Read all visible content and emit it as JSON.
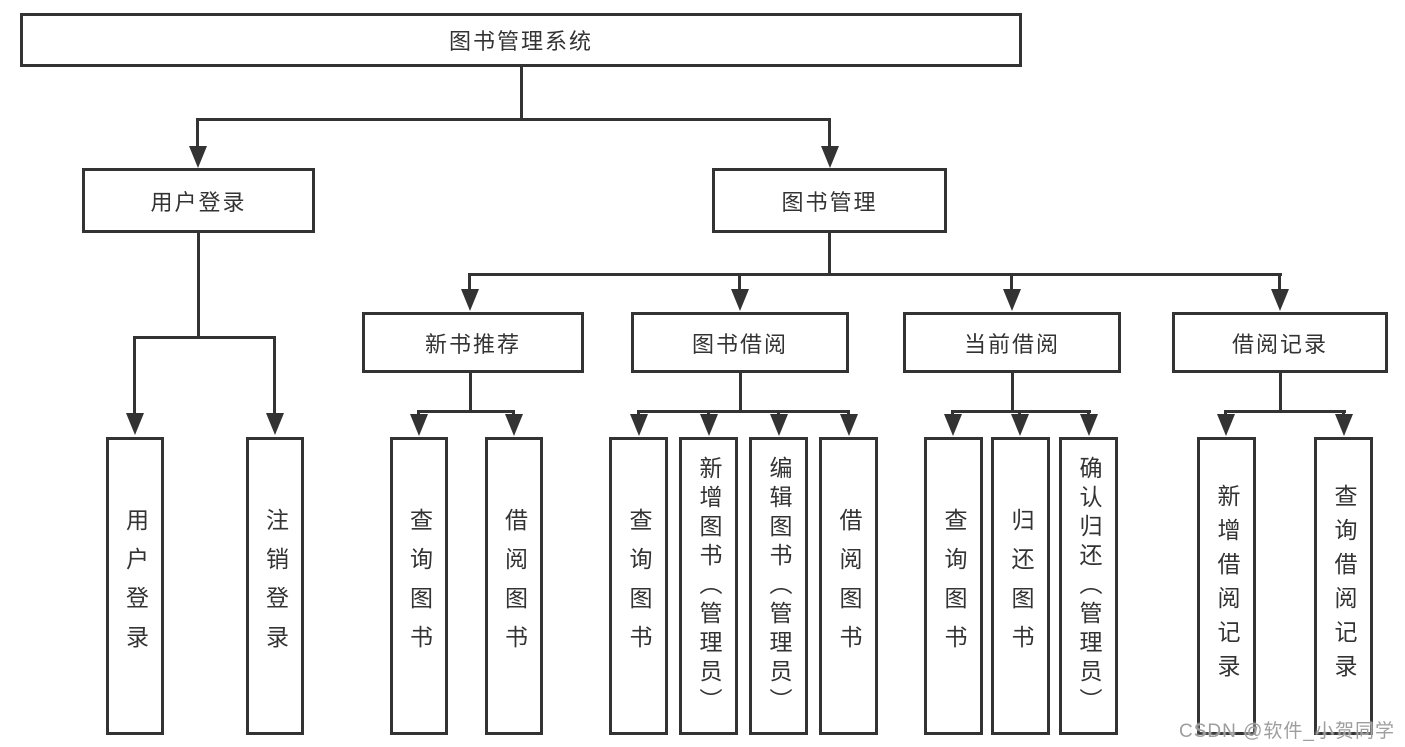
{
  "diagram": {
    "root": {
      "label": "图书管理系统"
    },
    "level1": [
      {
        "label": "用户登录"
      },
      {
        "label": "图书管理"
      }
    ],
    "level2": [
      {
        "label": "新书推荐",
        "parent": "图书管理"
      },
      {
        "label": "图书借阅",
        "parent": "图书管理"
      },
      {
        "label": "当前借阅",
        "parent": "图书管理"
      },
      {
        "label": "借阅记录",
        "parent": "图书管理"
      }
    ],
    "leaves": [
      {
        "label": "用户登录",
        "parent": "用户登录"
      },
      {
        "label": "注销登录",
        "parent": "用户登录"
      },
      {
        "label": "查询图书",
        "parent": "新书推荐"
      },
      {
        "label": "借阅图书",
        "parent": "新书推荐"
      },
      {
        "label": "查询图书",
        "parent": "图书借阅"
      },
      {
        "label": "新增图书（管理员）",
        "parent": "图书借阅"
      },
      {
        "label": "编辑图书（管理员）",
        "parent": "图书借阅"
      },
      {
        "label": "借阅图书",
        "parent": "图书借阅"
      },
      {
        "label": "查询图书",
        "parent": "当前借阅"
      },
      {
        "label": "归还图书",
        "parent": "当前借阅"
      },
      {
        "label": "确认归还（管理员）",
        "parent": "当前借阅"
      },
      {
        "label": "新增借阅记录",
        "parent": "借阅记录"
      },
      {
        "label": "查询借阅记录",
        "parent": "借阅记录"
      }
    ],
    "watermark": {
      "text": "CSDN @软件_小贺同学"
    },
    "colors": {
      "line": "#333333",
      "text": "#333333",
      "watermark": "#9e9e9e",
      "background": "#ffffff"
    }
  }
}
